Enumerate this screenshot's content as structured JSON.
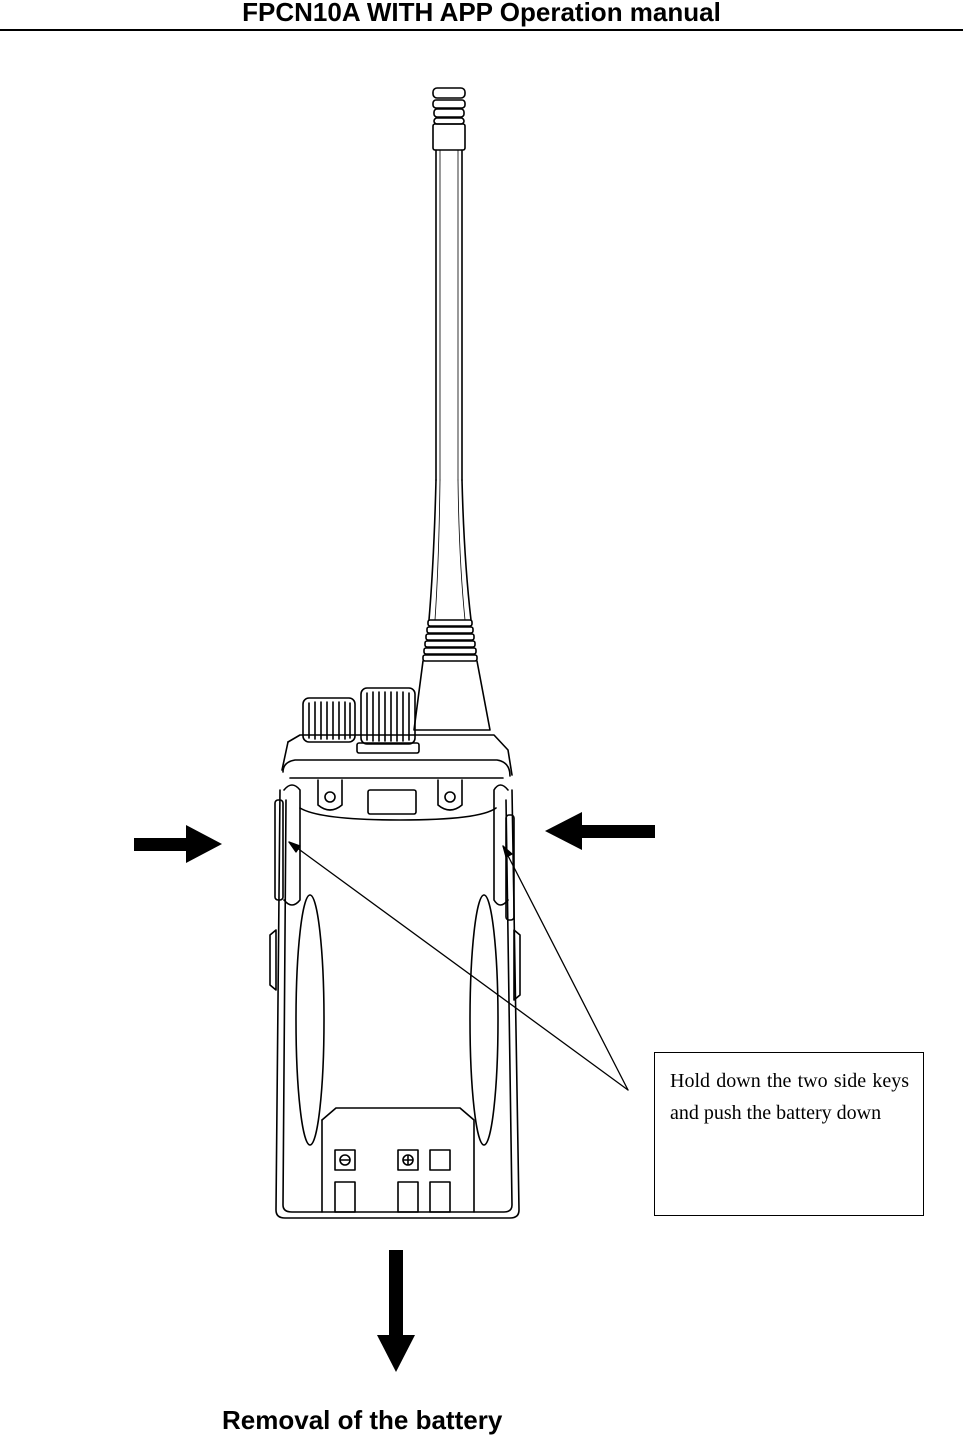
{
  "header": {
    "title": "FPCN10A WITH APP Operation manual"
  },
  "figure": {
    "subject": "two-way radio rear view with battery pack",
    "arrows": [
      "arrow-right-icon",
      "arrow-left-icon",
      "arrow-down-icon"
    ]
  },
  "callout": {
    "text": "Hold down the two side keys and push the battery down"
  },
  "caption": {
    "text": "Removal of the battery"
  }
}
